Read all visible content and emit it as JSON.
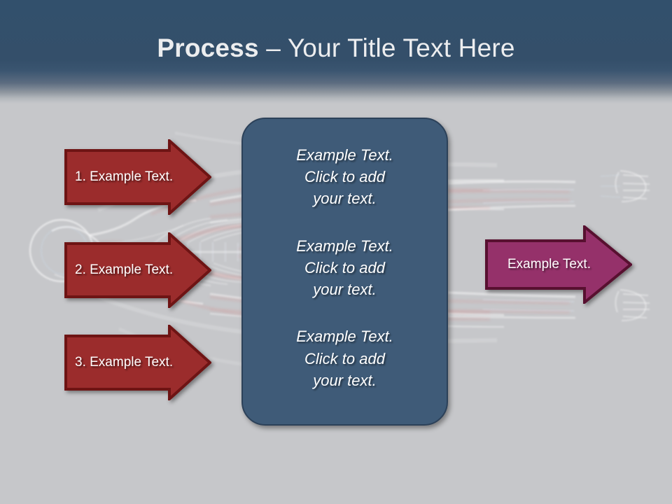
{
  "slide": {
    "background_color": "#c6c7ca",
    "header_color": "#32506c",
    "accent_red": "#9b2c2c",
    "accent_red_border": "#6e1414",
    "accent_magenta": "#95316a",
    "accent_magenta_border": "#581030",
    "panel_color": "#3f5b78",
    "panel_border": "#2c4159"
  },
  "header": {
    "title_bold": "Process",
    "title_separator": " – ",
    "title_rest": "Your Title Text Here"
  },
  "input_arrows": [
    {
      "label": "1. Example Text."
    },
    {
      "label": "2. Example Text."
    },
    {
      "label": "3. Example Text."
    }
  ],
  "center_panel": {
    "blocks": [
      {
        "line1": "Example Text.",
        "line2": "Click  to add",
        "line3": "your text."
      },
      {
        "line1": "Example Text.",
        "line2": "Click  to add",
        "line3": "your text."
      },
      {
        "line1": "Example Text.",
        "line2": "Click  to add",
        "line3": "your text."
      }
    ]
  },
  "output_arrow": {
    "label": "Example Text."
  },
  "background_art": {
    "name": "xray-anatomy-illustration"
  }
}
